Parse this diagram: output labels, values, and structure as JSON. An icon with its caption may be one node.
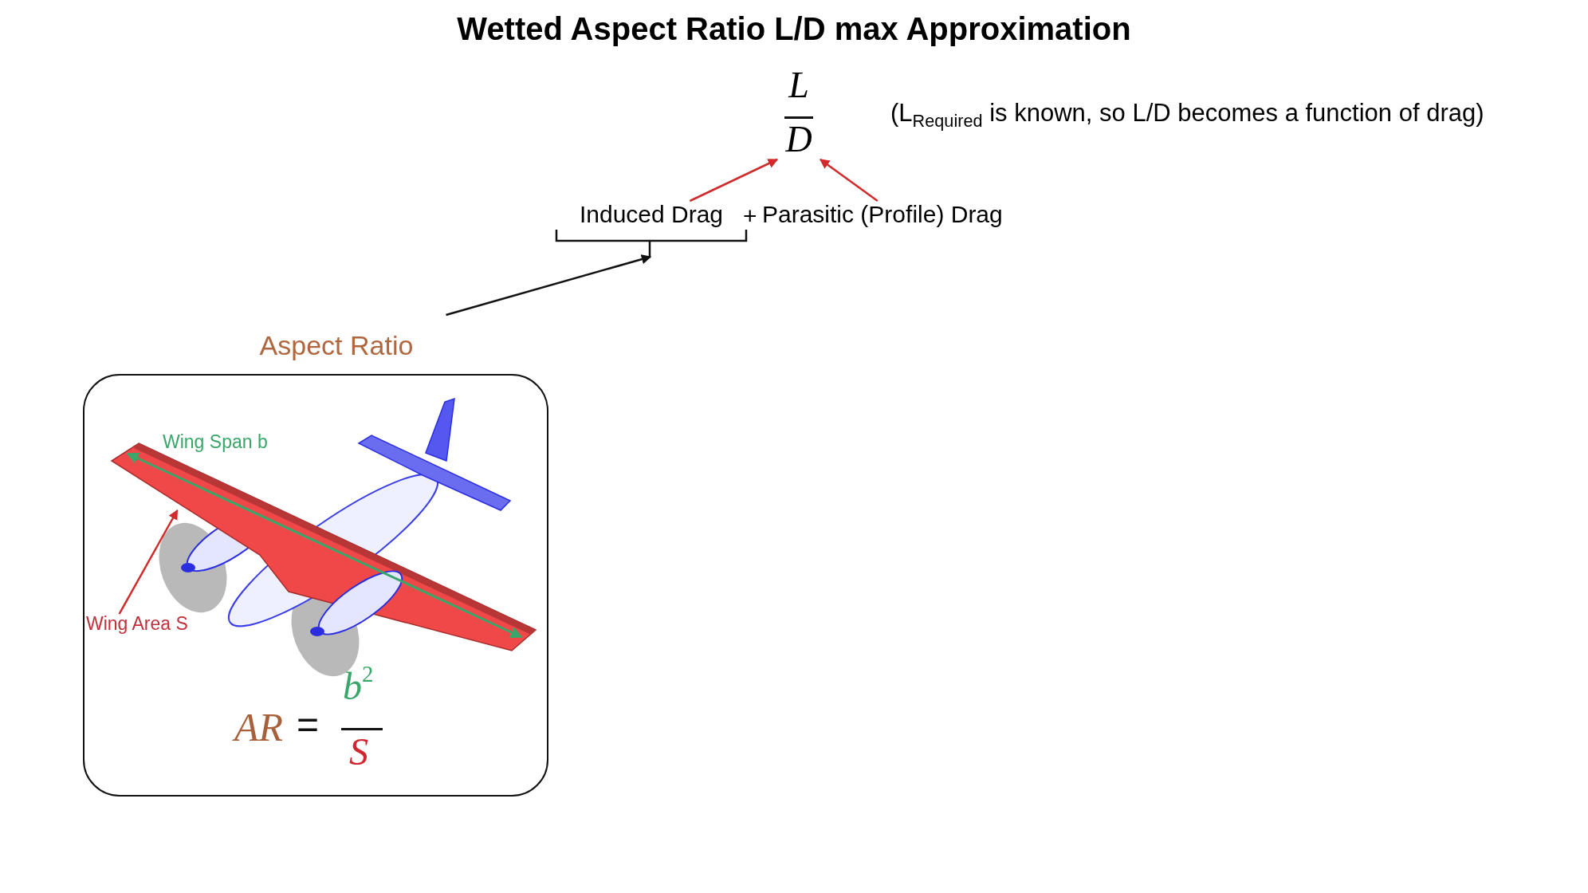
{
  "diagram": {
    "title": "Wetted Aspect Ratio L/D max Approximation",
    "nodes": [
      {
        "text": [
          "L",
          "D"
        ]
      },
      {
        "text": [
          "Induced Drag"
        ]
      },
      {
        "text": [
          "Parasitic (Profile) Drag"
        ]
      },
      {
        "text": [
          "Aspect Ratio",
          "AR",
          "=",
          "b$^{2}$",
          "S"
        ]
      },
      {
        "text": [
          "Wing Area S"
        ],
        "in": 3
      },
      {
        "text": [],
        "shape": "picture",
        "in": 3
      }
    ],
    "edges": [
      {
        "from": 1,
        "to": 0,
        "arrow": "to"
      },
      {
        "from": 2,
        "to": 0,
        "arrow": "to"
      },
      {
        "from": 3,
        "to": 1,
        "arrow": "to",
        "color": "#111111"
      },
      {
        "from": 4,
        "to": 5,
        "arrow": "to"
      }
    ],
    "labels": [
      "(L$_{Required}$ is known, so L/D becomes a function of drag)",
      "+",
      "Wing Span b"
    ]
  }
}
